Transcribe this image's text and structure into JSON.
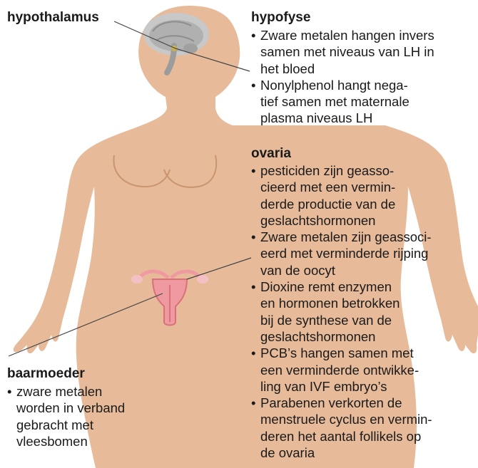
{
  "labels": {
    "hypothalamus": "hypothalamus",
    "hypofyse": "hypofyse",
    "ovaria": "ovaria",
    "baarmoeder": "baarmoeder"
  },
  "hypofyse_items": [
    [
      "Zware metalen hangen invers",
      "samen met niveaus van LH in",
      "het bloed"
    ],
    [
      "Nonylphenol hangt nega-",
      "tief samen met maternale",
      "plasma niveaus LH"
    ]
  ],
  "ovaria_items": [
    [
      "pesticiden zijn geasso-",
      "cieerd met een vermin-",
      "derde productie van de",
      "geslachtshormonen"
    ],
    [
      "Zware metalen zijn geassoci-",
      "eerd met verminderde rijping",
      "van de oocyt"
    ],
    [
      "Dioxine remt enzymen",
      "en hormonen betrokken",
      "bij de synthese van de",
      "geslachtshormonen"
    ],
    [
      "PCB’s hangen samen met",
      "een verminderde ontwikke-",
      "ling van IVF embryo’s"
    ],
    [
      "Parabenen verkorten de",
      "menstruele cyclus en vermin-",
      "deren het aantal follikels op",
      "de ovaria"
    ]
  ],
  "baarmoeder_items": [
    [
      "zware metalen",
      "worden in verband",
      "gebracht met",
      "vleesbomen"
    ]
  ],
  "colors": {
    "skin": "#e7bb9a",
    "skin_shade": "#c9946e",
    "brain": "#bfbfbf",
    "brain_dark": "#8e8e8e",
    "uterus": "#ef9aa0",
    "uterus_dark": "#d9707a",
    "leader_line": "#444444"
  }
}
